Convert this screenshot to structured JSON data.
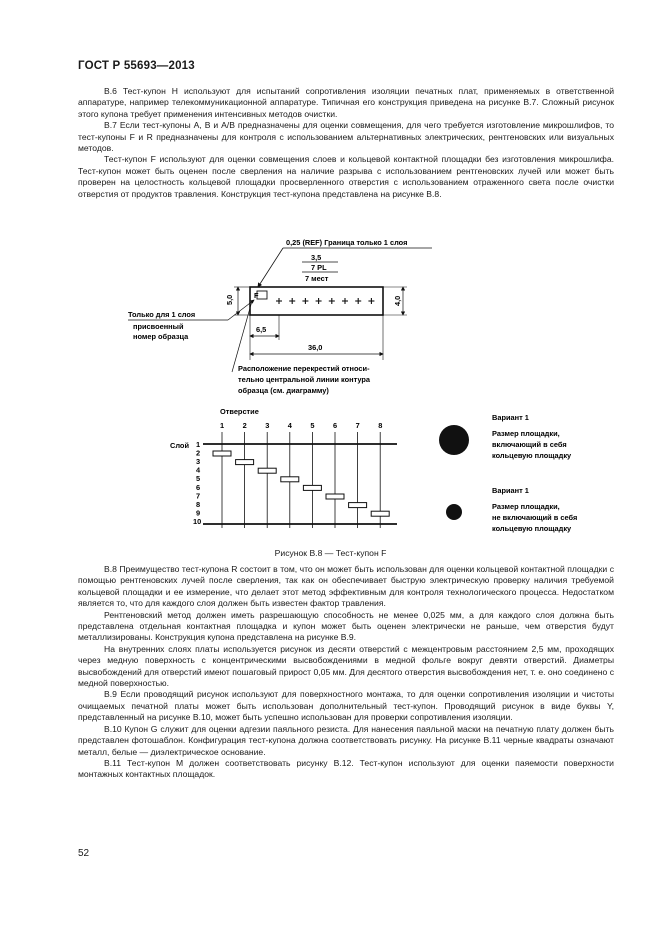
{
  "header": {
    "standard": "ГОСТ Р 55693—2013"
  },
  "top_paragraphs": [
    "В.6 Тест-купон H используют для испытаний сопротивления изоляции печатных плат, применяемых в ответственной аппаратуре, например телекоммуникационной аппаратуре. Типичная его конструкция приведена на рисунке В.7. Сложный рисунок этого купона требует применения интенсивных методов очистки.",
    "В.7 Если тест-купоны A, B и A/B предназначены для оценки совмещения, для чего требуется изготовление микрошлифов, то тест-купоны F и R предназначены для контроля с использованием альтернативных электрических, рентгеновских или визуальных методов.",
    "Тест-купон F используют для оценки совмещения слоев и кольцевой контактной площадки без изготовления микрошлифа. Тест-купон может быть оценен после сверления на наличие разрыва с использованием рентгеновских лучей или может быть проверен на целостность кольцевой площадки просверленного отверстия с использованием отраженного света после очистки отверстия от продуктов травления. Конструкция тест-купона представлена на рисунке В.8."
  ],
  "figure": {
    "label_boundary": "0,25 (REF) Граница только 1 слоя",
    "dim_pitch": "3,5",
    "dim_pl": "7 PL",
    "dim_places": "7 мест",
    "dim_height_outer": "5,0",
    "dim_height_inner": "4,0",
    "dim_offset": "6,5",
    "dim_length": "36,0",
    "coupon_letter": "F",
    "label_layer1": "Только для 1 слоя",
    "label_sample_1": "присвоенный",
    "label_sample_2": "номер образца",
    "label_location_1": "Расположение перекрестий относи-",
    "label_location_2": "тельно центральной линии контура",
    "label_location_3": "образца (см. диаграмму)",
    "hole_title": "Отверстие",
    "hole_numbers": [
      "1",
      "2",
      "3",
      "4",
      "5",
      "6",
      "7",
      "8"
    ],
    "layer_title": "Слой",
    "layer_numbers": [
      "1",
      "2",
      "3",
      "4",
      "5",
      "6",
      "7",
      "8",
      "9",
      "10"
    ],
    "variant1_title": "Вариант 1",
    "variant1_l1": "Размер площадки,",
    "variant1_l2": "включающий в себя",
    "variant1_l3": "кольцевую площадку",
    "variant2_title": "Вариант 1",
    "variant2_l1": "Размер площадки,",
    "variant2_l2": "не включающий в себя",
    "variant2_l3": "кольцевую площадку"
  },
  "figure_caption": "Рисунок В.8 — Тест-купон F",
  "bottom_paragraphs": [
    "В.8 Преимущество тест-купона R состоит в том, что он может быть использован для оценки кольцевой контактной площадки с помощью рентгеновских лучей после сверления, так как он обеспечивает быструю электрическую проверку наличия требуемой кольцевой площадки и ее измерение, что делает этот метод эффективным для контроля технологического процесса. Недостатком является то, что для каждого слоя должен быть известен фактор травления.",
    "Рентгеновский метод должен иметь разрешающую способность не менее 0,025 мм, а для каждого слоя должна быть представлена отдельная контактная площадка и купон может быть оценен электрически не раньше, чем отверстия будут металлизированы. Конструкция купона представлена на рисунке В.9.",
    "На внутренних слоях платы используется рисунок из десяти отверстий с межцентровым расстоянием 2,5 мм, проходящих через медную поверхность с концентрическими высвобождениями в медной фольге вокруг девяти отверстий. Диаметры высвобождений для отверстий имеют пошаговый прирост 0,05 мм. Для десятого отверстия высвобождения нет, т. е. оно соединено с медной поверхностью.",
    "В.9 Если проводящий рисунок используют для поверхностного монтажа, то для оценки сопротивления изоляции и чистоты очищаемых печатной платы может быть использован дополнительный тест-купон. Проводящий рисунок в виде буквы Y, представленный на рисунке В.10, может быть успешно использован для проверки сопротивления изоляции.",
    "В.10 Купон G служит для оценки адгезии паяльного резиста. Для нанесения паяльной маски на печатную плату должен быть представлен фотошаблон. Конфигурация тест-купона должна соответствовать рисунку. На рисунке В.11 черные квадраты означают металл, белые — диэлектрическое основание.",
    "В.11 Тест-купон М должен соответствовать рисунку В.12. Тест-купон используют для оценки паяемости поверхности монтажных контактных площадок."
  ],
  "page_number": "52"
}
